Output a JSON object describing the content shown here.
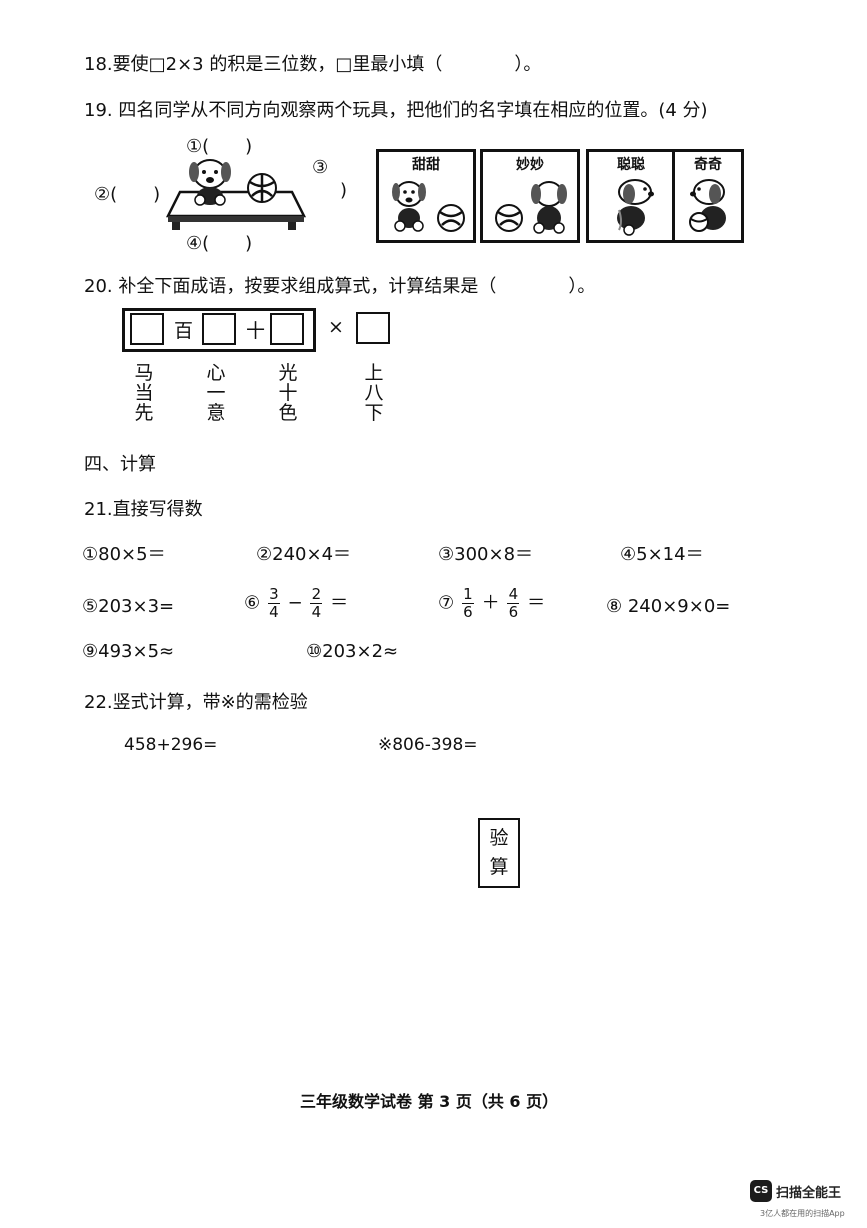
{
  "q18": {
    "text": "18.要使□2×3 的积是三位数，□里最小填（　　　　）。"
  },
  "q19": {
    "text": "19.  四名同学从不同方向观察两个玩具，把他们的名字填在相应的位置。(4 分)",
    "positions": [
      "①(　　)",
      "②(　　)",
      "③",
      ")",
      "④(　　)"
    ],
    "cards": [
      "甜甜",
      "妙妙",
      "聪聪",
      "奇奇"
    ]
  },
  "q20": {
    "text": "20.  补全下面成语，按要求组成算式，计算结果是（　　　　）。",
    "idiom_chars": [
      "百",
      "十"
    ],
    "times": "×",
    "columns": [
      [
        "马",
        "当",
        "先"
      ],
      [
        "心",
        "一",
        "意"
      ],
      [
        "光",
        "十",
        "色"
      ],
      [
        "上",
        "八",
        "下"
      ]
    ]
  },
  "section4": {
    "title": "四、计算"
  },
  "q21": {
    "title": "21.直接写得数",
    "items": [
      "①80×5＝",
      "②240×4＝",
      "③300×8＝",
      "④5×14＝",
      "⑤203×3=",
      "⑧ 240×9×0=",
      "⑨493×5≈",
      "⑩203×2≈"
    ],
    "frac_items": [
      {
        "label": "⑥",
        "a_num": "3",
        "a_den": "4",
        "op": "−",
        "b_num": "2",
        "b_den": "4",
        "eq": "＝"
      },
      {
        "label": "⑦",
        "a_num": "1",
        "a_den": "6",
        "op": "＋",
        "b_num": "4",
        "b_den": "6",
        "eq": "＝"
      }
    ]
  },
  "q22": {
    "title": "22.竖式计算，带※的需检验",
    "left": "458+296=",
    "right": "※806-398=",
    "check_box": [
      "验",
      "算"
    ]
  },
  "footer": {
    "text": "三年级数学试卷  第 3 页（共 6 页）"
  },
  "watermark": {
    "logo": "CS",
    "name": "扫描全能王",
    "tagline": "3亿人都在用的扫描App"
  }
}
